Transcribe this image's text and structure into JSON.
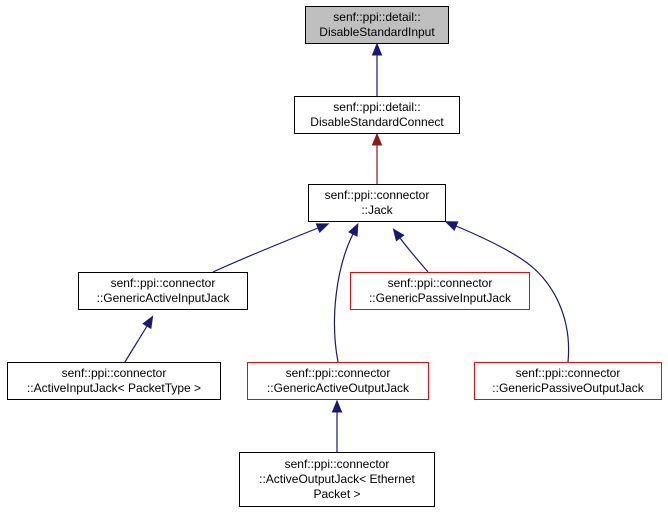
{
  "diagram": {
    "colors": {
      "inherit_edge": "#191970",
      "protected_edge": "#8b1a1a",
      "node_border": "#000000",
      "incomplete_border": "#ff0000",
      "highlight_fill": "#bfbfbf"
    },
    "nodes": [
      {
        "id": "disable-standard-input",
        "label": "senf::ppi::detail::\nDisableStandardInput",
        "highlighted": true,
        "incomplete": false
      },
      {
        "id": "disable-standard-connect",
        "label": "senf::ppi::detail::\nDisableStandardConnect",
        "highlighted": false,
        "incomplete": false
      },
      {
        "id": "jack",
        "label": "senf::ppi::connector\n::Jack",
        "highlighted": false,
        "incomplete": false
      },
      {
        "id": "generic-active-input-jack",
        "label": "senf::ppi::connector\n::GenericActiveInputJack",
        "highlighted": false,
        "incomplete": false
      },
      {
        "id": "generic-passive-input-jack",
        "label": "senf::ppi::connector\n::GenericPassiveInputJack",
        "highlighted": false,
        "incomplete": true
      },
      {
        "id": "active-input-jack",
        "label": "senf::ppi::connector\n::ActiveInputJack< PacketType >",
        "highlighted": false,
        "incomplete": false
      },
      {
        "id": "generic-active-output-jack",
        "label": "senf::ppi::connector\n::GenericActiveOutputJack",
        "highlighted": false,
        "incomplete": true
      },
      {
        "id": "generic-passive-output-jack",
        "label": "senf::ppi::connector\n::GenericPassiveOutputJack",
        "highlighted": false,
        "incomplete": true
      },
      {
        "id": "active-output-jack-ethernet",
        "label": "senf::ppi::connector\n::ActiveOutputJack< Ethernet\nPacket >",
        "highlighted": false,
        "incomplete": false
      }
    ],
    "edges": [
      {
        "from": "disable-standard-connect",
        "to": "disable-standard-input",
        "kind": "public"
      },
      {
        "from": "jack",
        "to": "disable-standard-connect",
        "kind": "protected"
      },
      {
        "from": "generic-active-input-jack",
        "to": "jack",
        "kind": "public"
      },
      {
        "from": "generic-active-output-jack",
        "to": "jack",
        "kind": "public"
      },
      {
        "from": "generic-passive-input-jack",
        "to": "jack",
        "kind": "public"
      },
      {
        "from": "generic-passive-output-jack",
        "to": "jack",
        "kind": "public"
      },
      {
        "from": "active-input-jack",
        "to": "generic-active-input-jack",
        "kind": "public"
      },
      {
        "from": "active-output-jack-ethernet",
        "to": "generic-active-output-jack",
        "kind": "public"
      }
    ]
  }
}
